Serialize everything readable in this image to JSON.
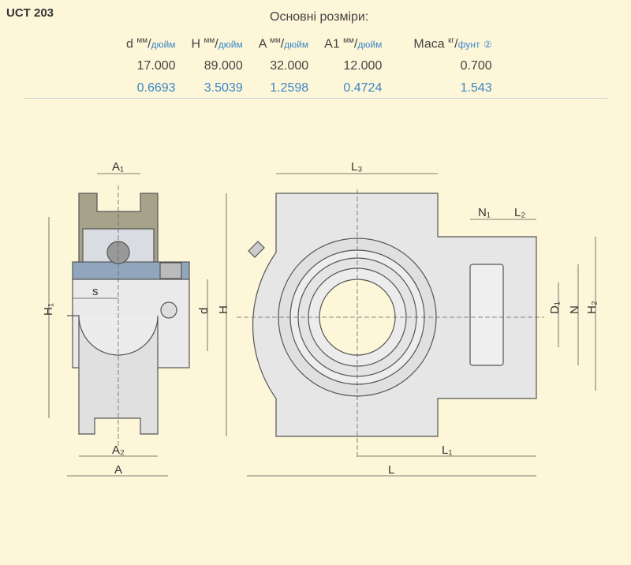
{
  "title": "UCT 203",
  "caption": "Основні розміри:",
  "columns": [
    {
      "name": "d",
      "unit_top": "мм",
      "unit_bottom": "дюйм"
    },
    {
      "name": "H",
      "unit_top": "мм",
      "unit_bottom": "дюйм"
    },
    {
      "name": "A",
      "unit_top": "мм",
      "unit_bottom": "дюйм"
    },
    {
      "name": "A1",
      "unit_top": "мм",
      "unit_bottom": "дюйм"
    },
    {
      "name": "Маса",
      "unit_top": "кг",
      "unit_bottom": "фунт",
      "note": "②"
    }
  ],
  "metric": [
    "17.000",
    "89.000",
    "32.000",
    "12.000",
    "0.700"
  ],
  "imperial": [
    "0.6693",
    "3.5039",
    "1.2598",
    "0.4724",
    "1.543"
  ],
  "labels": {
    "A1": "A₁",
    "H1": "H₁",
    "s": "s",
    "d": "d",
    "H": "H",
    "A2": "A₂",
    "A": "A",
    "L3": "L₃",
    "N1": "N₁",
    "L2": "L₂",
    "D1": "D₁",
    "N": "N",
    "H2": "H₂",
    "L1": "L₁",
    "L": "L"
  }
}
